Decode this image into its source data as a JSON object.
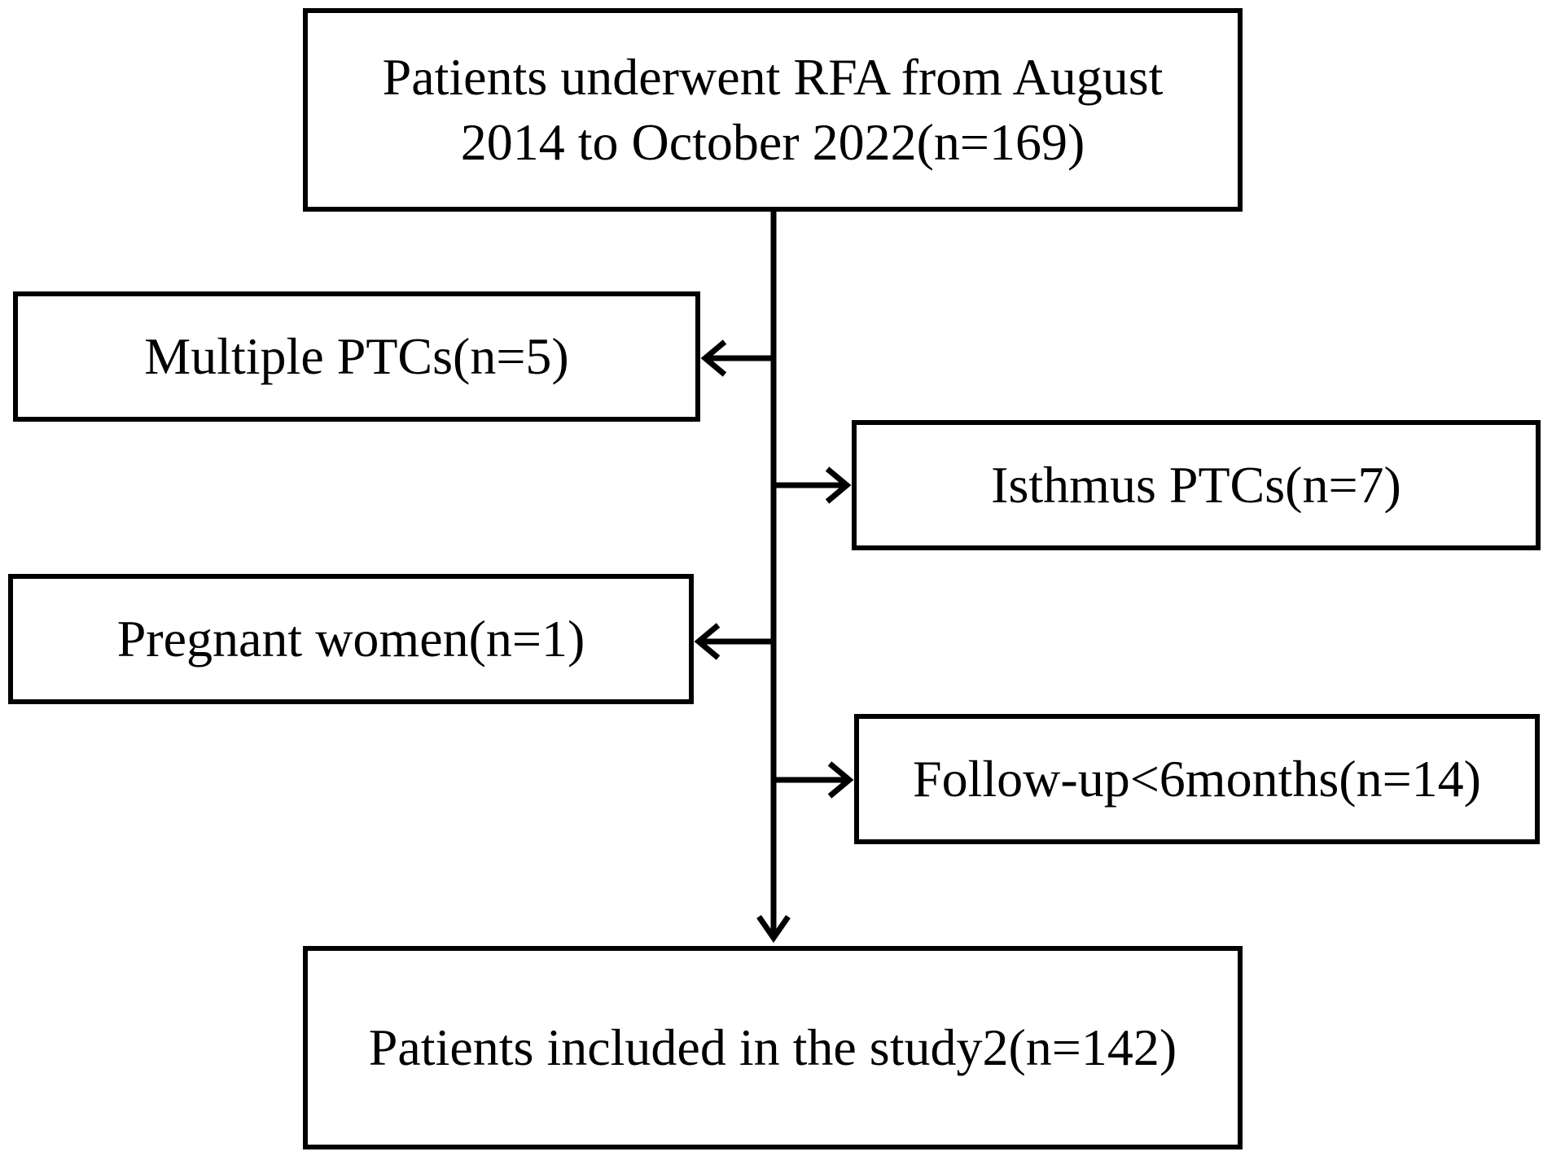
{
  "flowchart": {
    "start": {
      "line1": "Patients underwent RFA from August",
      "line2": "2014 to October 2022(n=169)"
    },
    "exclusions": [
      {
        "label": "Multiple PTCs(n=5)",
        "side": "left"
      },
      {
        "label": "Isthmus PTCs(n=7)",
        "side": "right"
      },
      {
        "label": "Pregnant women(n=1)",
        "side": "left"
      },
      {
        "label": "Follow-up<6months(n=14)",
        "side": "right"
      }
    ],
    "final": {
      "label": "Patients included in the study2(n=142)"
    }
  },
  "colors": {
    "stroke": "#000000",
    "background": "#ffffff"
  }
}
